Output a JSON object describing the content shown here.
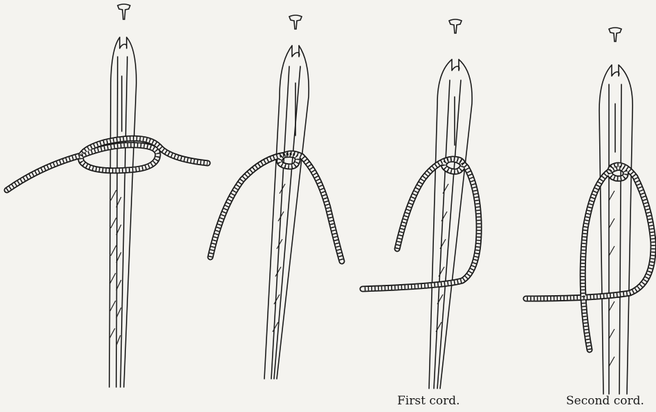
{
  "captions": {
    "first": "First cord.",
    "second": "Second cord."
  },
  "figures": [
    {
      "label": "",
      "stage": "loose overhand knot around cords"
    },
    {
      "label": "",
      "stage": "knot tightened, ends hanging"
    },
    {
      "label": "First cord.",
      "stage": "first cord passed under"
    },
    {
      "label": "Second cord.",
      "stage": "second cord passed under"
    }
  ],
  "colors": {
    "ink": "#1a1a1a",
    "paper": "#f4f3ef"
  }
}
